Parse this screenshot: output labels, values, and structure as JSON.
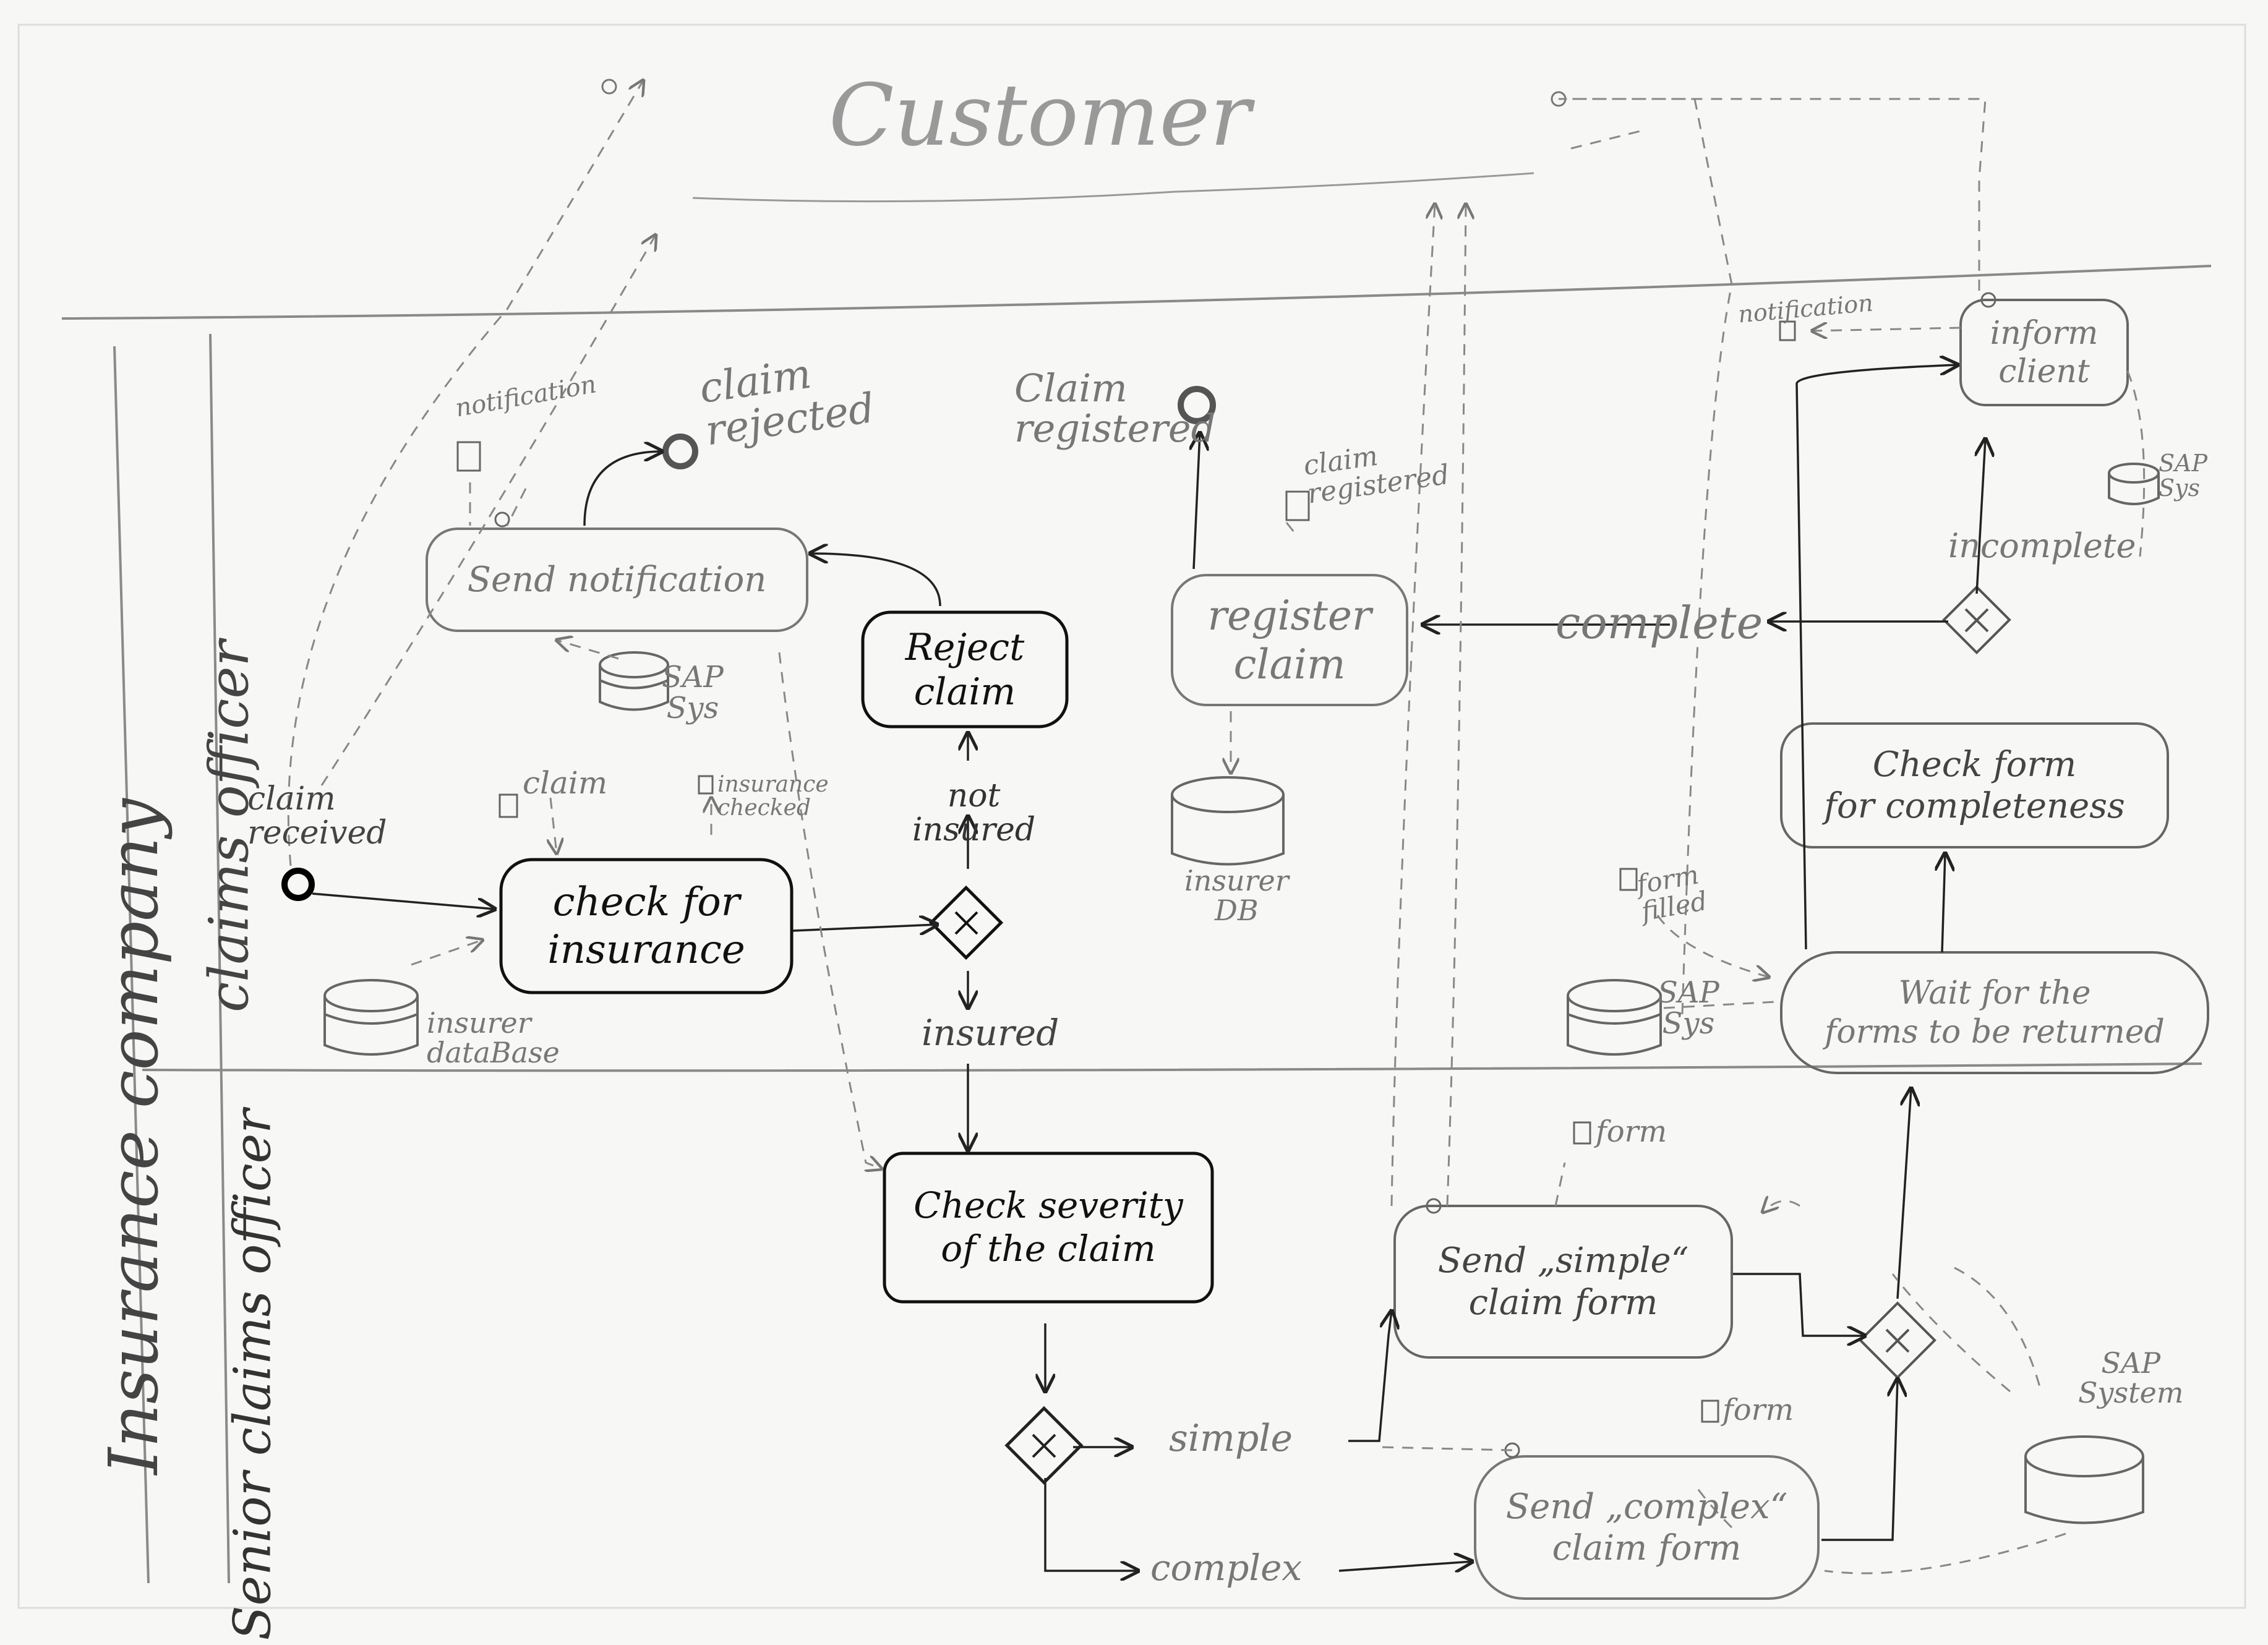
{
  "pools": {
    "customer": "Customer",
    "insurance_company": "Insurance company"
  },
  "lanes": {
    "claims_officer": "claims officer",
    "senior_claims_officer": "Senior claims officer"
  },
  "tasks": {
    "check_for_insurance": "check for\ninsurance",
    "reject_claim": "Reject\nclaim",
    "send_notification": "Send notification",
    "register_claim": "register\nclaim",
    "check_severity": "Check severity\nof the claim",
    "send_simple": "Send „simple“\nclaim form",
    "send_complex": "Send „complex“\nclaim form",
    "wait_forms": "Wait for the\nforms to be returned",
    "check_completeness": "Check form\nfor completeness",
    "inform_client": "inform\nclient"
  },
  "events": {
    "claim_received": "claim\nreceived",
    "claim_rejected": "claim\nrejected",
    "claim_registered": "Claim\nregistered"
  },
  "data_objects": {
    "notification_1": "notification",
    "claim": "claim",
    "insurance_checked": "insurance\nchecked",
    "claim_registered_doc": "claim\nregistered",
    "form_filled": "form\nfilled",
    "form_1": "form",
    "form_2": "form",
    "notification_2": "notification"
  },
  "data_stores": {
    "sap_sys_1": "SAP\nSys",
    "insurer_database": "insurer\ndataBase",
    "insurer_db": "insurer\nDB",
    "sap_sys_2": "SAP\nSys",
    "sap_sys_3": "SAP\nSys",
    "sap_system": "SAP\nSystem"
  },
  "flow_labels": {
    "not_insured": "not\ninsured",
    "insured": "insured",
    "complete": "complete",
    "incomplete": "incomplete",
    "simple": "simple",
    "complex": "complex"
  },
  "colors": {
    "ink": "#1a1a1a",
    "pencil": "#6f6f6f",
    "paper": "#f7f7f5"
  }
}
